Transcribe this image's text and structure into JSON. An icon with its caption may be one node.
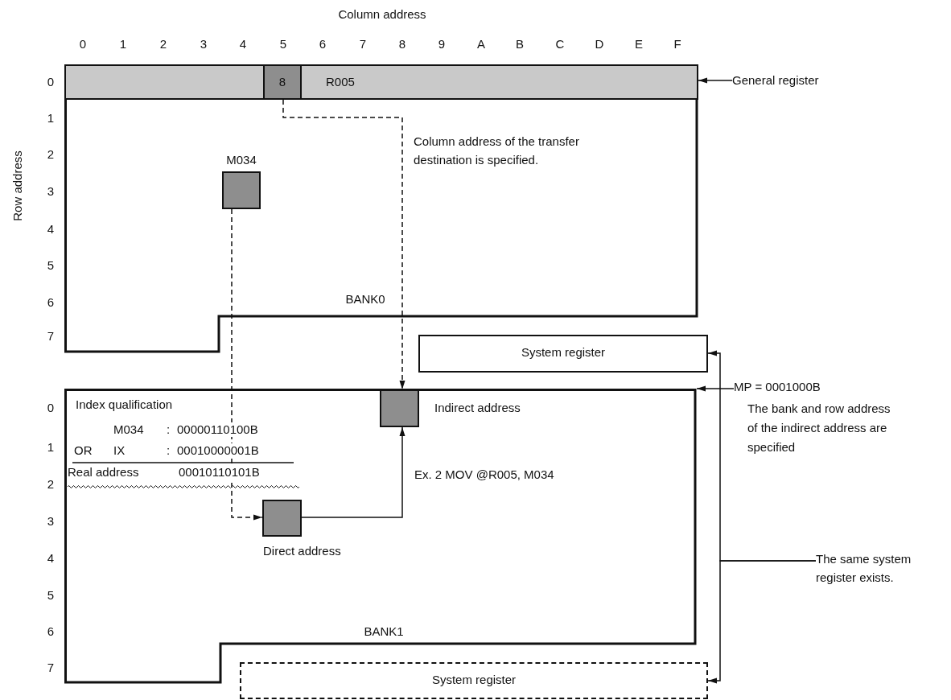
{
  "diagram": {
    "nodes": [
      {
        "text": [
          "BANK0"
        ]
      },
      {
        "text": [
          "R005"
        ],
        "in": 0
      },
      {
        "text": [
          "8"
        ],
        "in": 1
      },
      {
        "text": [
          "M034"
        ],
        "in": 0
      },
      {
        "text": [
          "General register"
        ]
      },
      {
        "text": [
          "System register"
        ]
      },
      {
        "text": [
          "BANK1"
        ]
      },
      {
        "text": [
          "Indirect address"
        ],
        "in": 6
      },
      {
        "text": [
          "Direct address"
        ],
        "in": 6
      },
      {
        "text": [
          "MP = 0001000B",
          "The bank and row address of the indirect address are specified"
        ]
      },
      {
        "text": [
          "System register"
        ]
      },
      {
        "text": [
          "The same system register exists."
        ]
      }
    ],
    "edges": [
      {
        "from": 4,
        "to": 1,
        "arrow": "to"
      },
      {
        "from": 2,
        "to": 7,
        "arrow": "to",
        "style": "dashed"
      },
      {
        "from": 3,
        "to": 8,
        "arrow": "to",
        "style": "dashed"
      },
      {
        "from": 8,
        "to": 7,
        "arrow": "to"
      },
      {
        "from": 9,
        "to": 6,
        "arrow": "to"
      },
      {
        "from": 11,
        "to": 5,
        "arrow": "to"
      },
      {
        "from": 11,
        "to": 10,
        "arrow": "to"
      }
    ],
    "labels": [
      "Column address",
      "0",
      "1",
      "2",
      "3",
      "4",
      "5",
      "6",
      "7",
      "8",
      "9",
      "A",
      "B",
      "C",
      "D",
      "E",
      "F",
      "Row address",
      "0",
      "1",
      "2",
      "3",
      "4",
      "5",
      "6",
      "7",
      "Column address of the transfer destination is specified.",
      "0",
      "1",
      "2",
      "3",
      "4",
      "5",
      "6",
      "7",
      "Index qualification",
      "M034",
      ":",
      "00000110100B",
      "OR",
      "IX",
      ":",
      "00010000001B",
      "Real address",
      "00010110101B",
      "Ex. 2 MOV @R005, M034"
    ]
  }
}
